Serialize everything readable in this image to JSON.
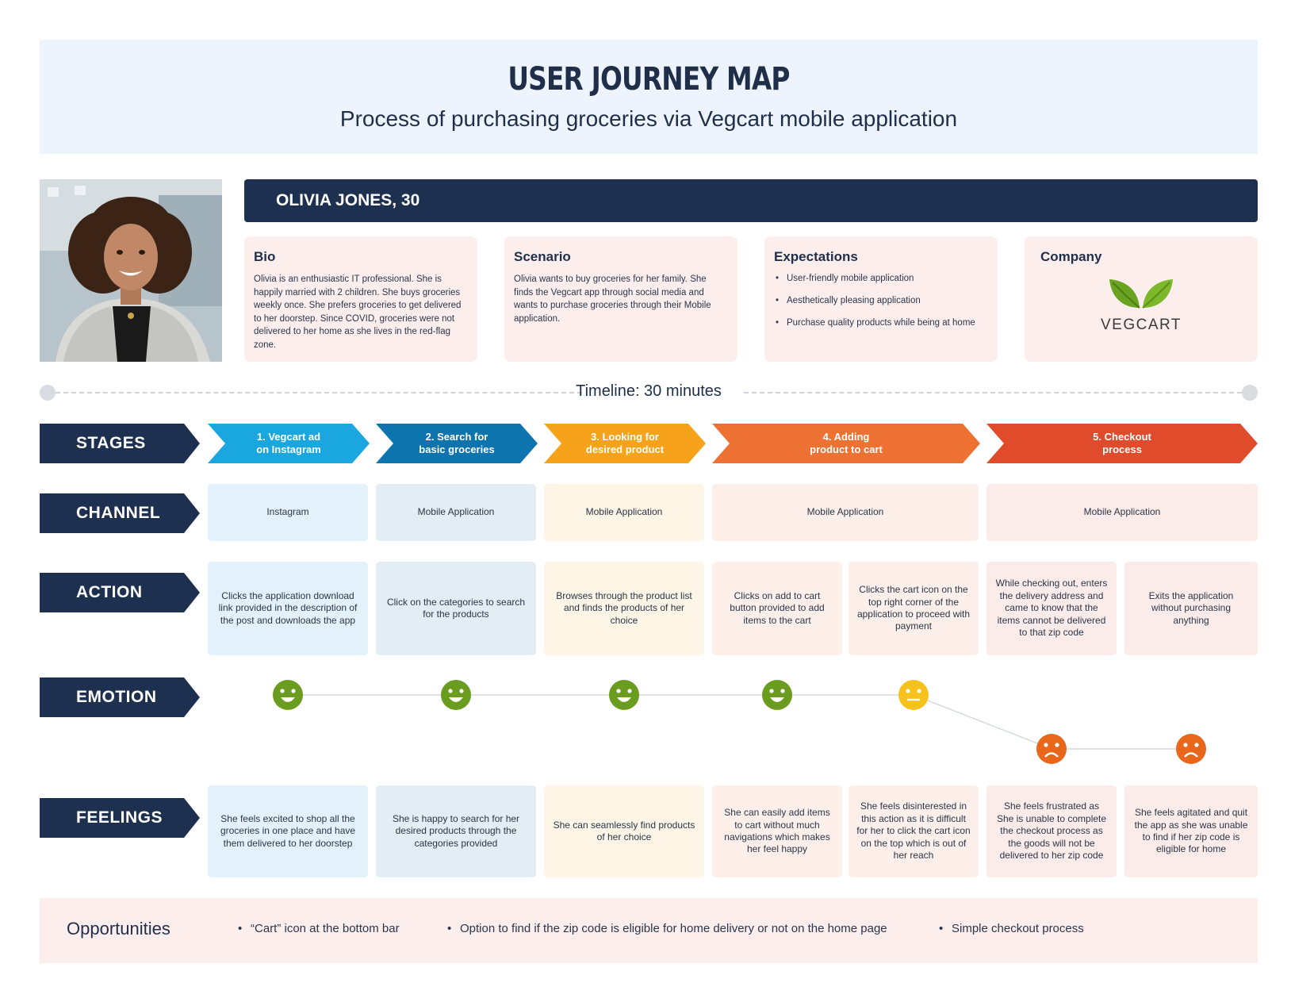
{
  "header": {
    "title": "USER JOURNEY MAP",
    "subtitle": "Process of purchasing groceries via Vegcart mobile application"
  },
  "persona": {
    "name": "OLIVIA JONES, 30",
    "bio_title": "Bio",
    "bio_text": "Olivia is an enthusiastic IT professional. She is happily married with 2 children. She buys groceries weekly once. She prefers groceries to get delivered to her doorstep. Since COVID, groceries were not delivered to her home as she lives in the red-flag zone.",
    "scenario_title": "Scenario",
    "scenario_text": "Olivia wants to buy groceries for her family. She finds the Vegcart app through social media and wants to purchase groceries through their Mobile application.",
    "expectations_title": "Expectations",
    "expectations": [
      "User-friendly mobile application",
      "Aesthetically pleasing application",
      "Purchase quality products while being at home"
    ],
    "company_title": "Company",
    "company_name": "VEGCART"
  },
  "timeline": {
    "label": "Timeline: 30 minutes"
  },
  "rows": {
    "stages": "STAGES",
    "channel": "CHANNEL",
    "action": "ACTION",
    "emotion": "EMOTION",
    "feelings": "FEELINGS"
  },
  "stages": [
    {
      "line1": "1. Vegcart ad",
      "line2": "on Instagram",
      "color": "#1aa7e0"
    },
    {
      "line1": "2. Search for",
      "line2": "basic groceries",
      "color": "#0e74ad"
    },
    {
      "line1": "3. Looking for",
      "line2": "desired product",
      "color": "#f7a21b"
    },
    {
      "line1": "4. Adding",
      "line2": "product to cart",
      "color": "#ec7133"
    },
    {
      "line1": "5. Checkout",
      "line2": "process",
      "color": "#e04b2b"
    }
  ],
  "channels": [
    "Instagram",
    "Mobile Application",
    "Mobile Application",
    "Mobile Application",
    "Mobile Application"
  ],
  "actions": [
    "Clicks the application download link provided in the description of the post and downloads the app",
    "Click on the categories to search for the products",
    "Browses through the product list and finds the products of her choice",
    "Clicks on add to cart button provided to add items to the cart",
    "Clicks the cart icon on the top right corner of the application to proceed with payment",
    "While checking out, enters the delivery address and came to know that the items cannot be delivered to that zip code",
    "Exits the application without purchasing anything"
  ],
  "emotions": [
    "happy",
    "happy",
    "happy",
    "happy",
    "neutral",
    "sad",
    "sad"
  ],
  "emotion_colors": {
    "happy": "#6a9c1f",
    "neutral": "#f7c21b",
    "sad": "#e8671b"
  },
  "feelings": [
    "She feels excited to shop all the groceries in one place and have them delivered to her doorstep",
    "She is happy to search for her desired products through the categories provided",
    "She can seamlessly find products of her choice",
    "She can easily add items to cart without much navigations which makes her feel happy",
    "She feels disinterested in this action as it is difficult for her to click the cart icon on the top which is out of her reach",
    "She feels frustrated as She is unable to complete the checkout process as the goods will not be delivered to her zip code",
    "She feels agitated and quit the app as she was unable to find if her zip code is eligible for home"
  ],
  "opportunities": {
    "title": "Opportunities",
    "items": [
      "“Cart” icon at the bottom bar",
      "Option to find if the zip code is eligible for home delivery or not on the home page",
      "Simple checkout process"
    ]
  }
}
